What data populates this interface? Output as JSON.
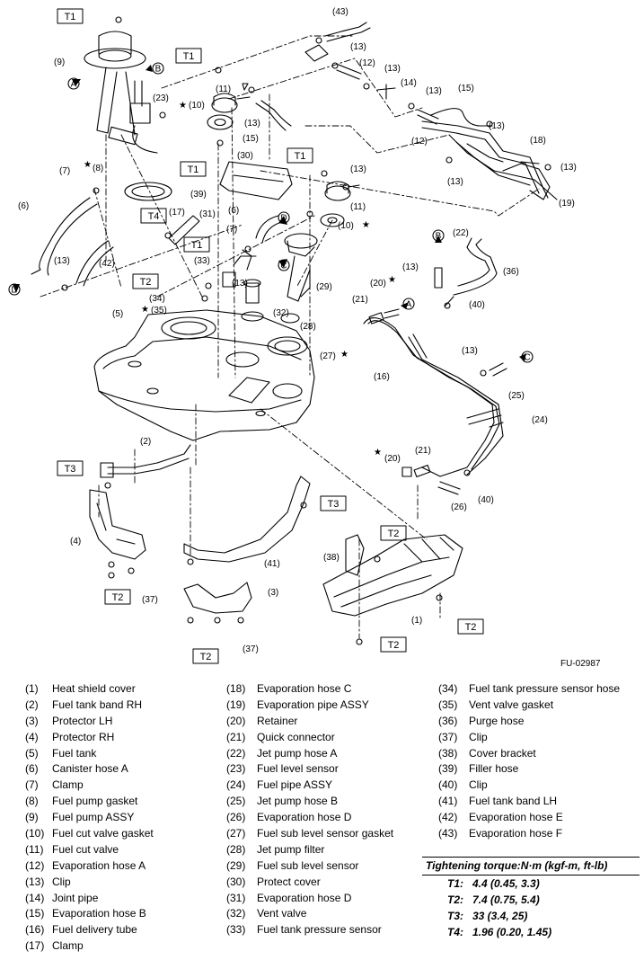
{
  "figure_code": "FU-02987",
  "labels": {
    "n1": "(1)",
    "n2": "(2)",
    "n3": "(3)",
    "n4": "(4)",
    "n5": "(5)",
    "n6": "(6)",
    "n7": "(7)",
    "n8": "(8)",
    "n9": "(9)",
    "n10": "(10)",
    "n11": "(11)",
    "n12": "(12)",
    "n13": "(13)",
    "n14": "(14)",
    "n15": "(15)",
    "n16": "(16)",
    "n17": "(17)",
    "n18": "(18)",
    "n19": "(19)",
    "n20": "(20)",
    "n21": "(21)",
    "n22": "(22)",
    "n23": "(23)",
    "n24": "(24)",
    "n25": "(25)",
    "n26": "(26)",
    "n27": "(27)",
    "n28": "(28)",
    "n29": "(29)",
    "n30": "(30)",
    "n31": "(31)",
    "n32": "(32)",
    "n33": "(33)",
    "n34": "(34)",
    "n35": "(35)",
    "n36": "(36)",
    "n37": "(37)",
    "n38": "(38)",
    "n39": "(39)",
    "n40": "(40)",
    "n41": "(41)",
    "n42": "(42)",
    "n43": "(43)",
    "T1": "T1",
    "T2": "T2",
    "T3": "T3",
    "T4": "T4",
    "A": "A",
    "B": "B",
    "C": "C",
    "D": "D",
    "star": "★"
  },
  "parts": [
    {
      "num": "(1)",
      "name": "Heat shield cover"
    },
    {
      "num": "(2)",
      "name": "Fuel tank band RH"
    },
    {
      "num": "(3)",
      "name": "Protector LH"
    },
    {
      "num": "(4)",
      "name": "Protector RH"
    },
    {
      "num": "(5)",
      "name": "Fuel tank"
    },
    {
      "num": "(6)",
      "name": "Canister hose A"
    },
    {
      "num": "(7)",
      "name": "Clamp"
    },
    {
      "num": "(8)",
      "name": "Fuel pump gasket"
    },
    {
      "num": "(9)",
      "name": "Fuel pump ASSY"
    },
    {
      "num": "(10)",
      "name": "Fuel cut valve gasket"
    },
    {
      "num": "(11)",
      "name": "Fuel cut valve"
    },
    {
      "num": "(12)",
      "name": "Evaporation hose A"
    },
    {
      "num": "(13)",
      "name": "Clip"
    },
    {
      "num": "(14)",
      "name": "Joint pipe"
    },
    {
      "num": "(15)",
      "name": "Evaporation hose B"
    },
    {
      "num": "(16)",
      "name": "Fuel delivery tube"
    },
    {
      "num": "(17)",
      "name": "Clamp"
    },
    {
      "num": "(18)",
      "name": "Evaporation hose C"
    },
    {
      "num": "(19)",
      "name": "Evaporation pipe ASSY"
    },
    {
      "num": "(20)",
      "name": "Retainer"
    },
    {
      "num": "(21)",
      "name": "Quick connector"
    },
    {
      "num": "(22)",
      "name": "Jet pump hose A"
    },
    {
      "num": "(23)",
      "name": "Fuel level sensor"
    },
    {
      "num": "(24)",
      "name": "Fuel pipe ASSY"
    },
    {
      "num": "(25)",
      "name": "Jet pump hose B"
    },
    {
      "num": "(26)",
      "name": "Evaporation hose D"
    },
    {
      "num": "(27)",
      "name": "Fuel sub level sensor gasket"
    },
    {
      "num": "(28)",
      "name": "Jet pump filter"
    },
    {
      "num": "(29)",
      "name": "Fuel sub level sensor"
    },
    {
      "num": "(30)",
      "name": "Protect cover"
    },
    {
      "num": "(31)",
      "name": "Evaporation hose D"
    },
    {
      "num": "(32)",
      "name": "Vent valve"
    },
    {
      "num": "(33)",
      "name": "Fuel tank pressure sensor"
    },
    {
      "num": "(34)",
      "name": "Fuel tank pressure sensor hose"
    },
    {
      "num": "(35)",
      "name": "Vent valve gasket"
    },
    {
      "num": "(36)",
      "name": "Purge hose"
    },
    {
      "num": "(37)",
      "name": "Clip"
    },
    {
      "num": "(38)",
      "name": "Cover bracket"
    },
    {
      "num": "(39)",
      "name": "Filler hose"
    },
    {
      "num": "(40)",
      "name": "Clip"
    },
    {
      "num": "(41)",
      "name": "Fuel tank band LH"
    },
    {
      "num": "(42)",
      "name": "Evaporation hose E"
    },
    {
      "num": "(43)",
      "name": "Evaporation hose F"
    }
  ],
  "torque": {
    "title": "Tightening torque:N·m (kgf-m, ft-lb)",
    "rows": [
      {
        "key": "T1:",
        "value": "4.4 (0.45, 3.3)"
      },
      {
        "key": "T2:",
        "value": "7.4 (0.75, 5.4)"
      },
      {
        "key": "T3:",
        "value": "33 (3.4, 25)"
      },
      {
        "key": "T4:",
        "value": "1.96 (0.20, 1.45)"
      }
    ]
  }
}
